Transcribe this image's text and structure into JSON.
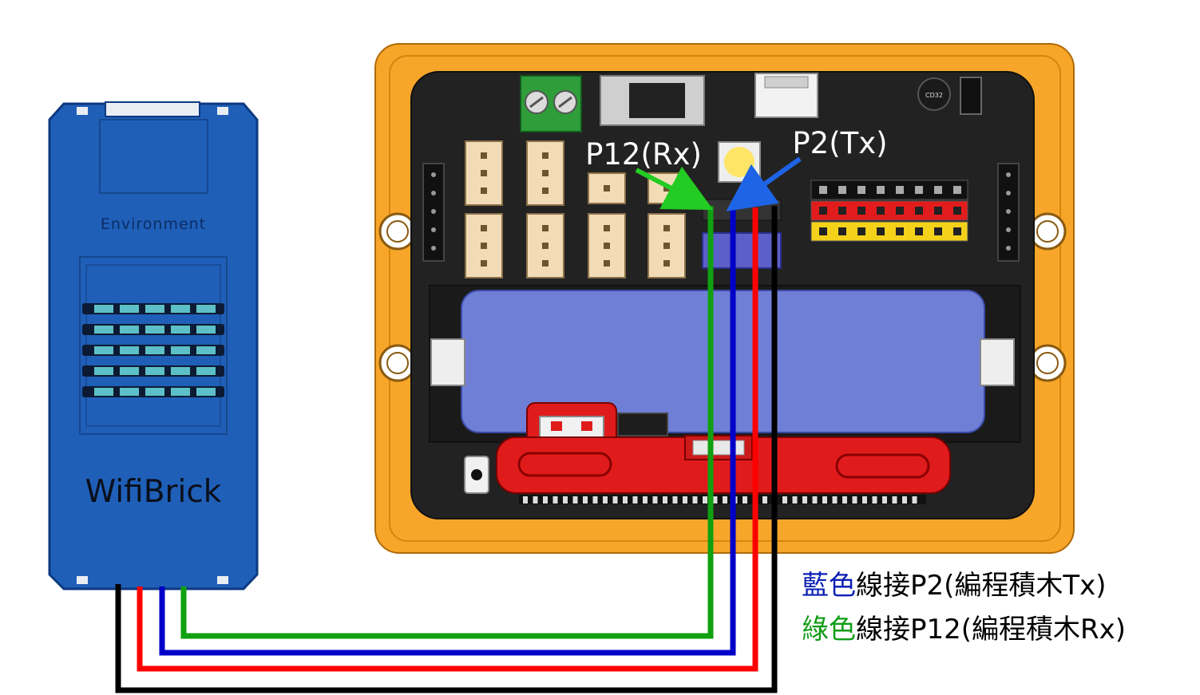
{
  "wifibrick": {
    "top_label": "Environment",
    "name": "WifiBrick"
  },
  "pin_labels": {
    "rx": "P12(Rx)",
    "tx": "P2(Tx)"
  },
  "component_marks": {
    "capacitor": "CD32"
  },
  "notes": [
    {
      "color_word": "藍色",
      "rest": "線接P2(編程積木Tx)",
      "accent": "#0b1fb3"
    },
    {
      "color_word": "綠色",
      "rest": "線接P12(編程積木Rx)",
      "accent": "#109c16"
    }
  ],
  "colors": {
    "wire_black": "#000000",
    "wire_red": "#ff0000",
    "wire_blue": "#0000c8",
    "wire_green": "#10a010",
    "frame_orange": "#f7a62a",
    "board_black": "#222222",
    "battery_blue": "#6f7fd6",
    "brick_blue": "#1f5fb8",
    "arrow_green": "#22cc22",
    "arrow_blue": "#1e64e6"
  }
}
